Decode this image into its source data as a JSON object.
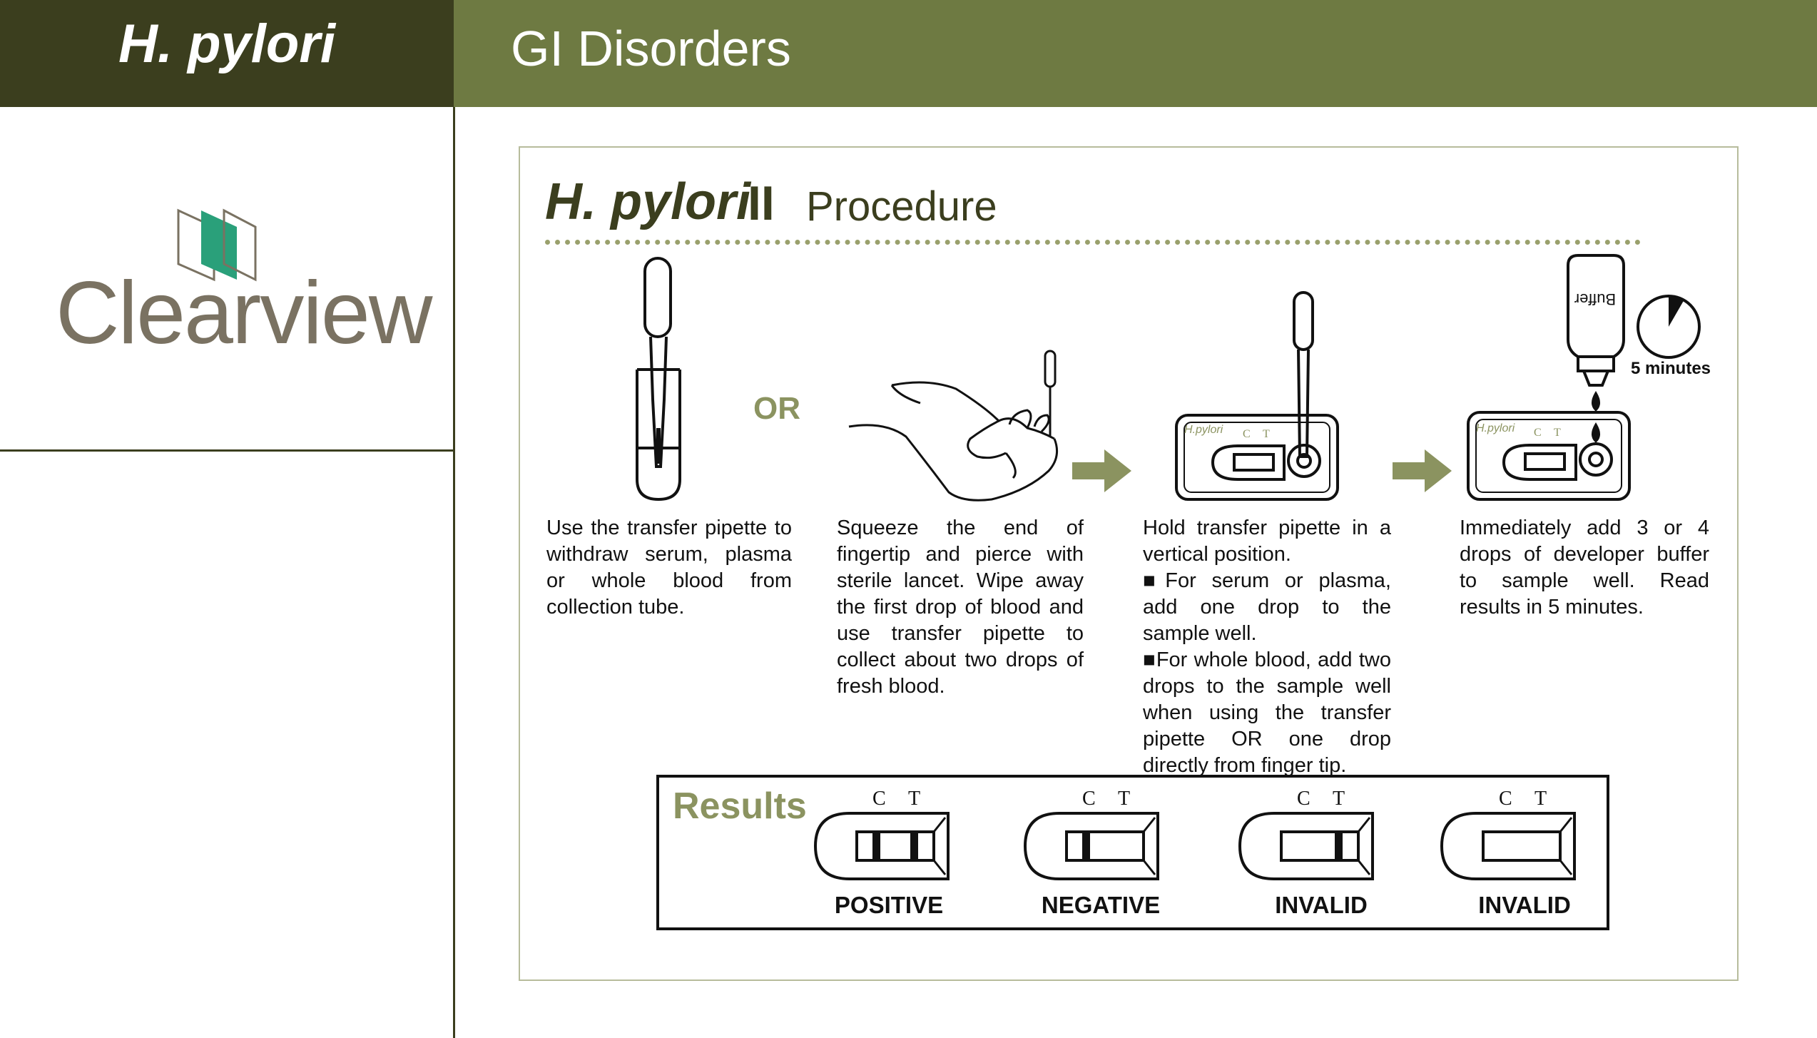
{
  "header": {
    "title": "H. pylori",
    "section": "GI Disorders"
  },
  "logo": {
    "text": "Clearview",
    "colors": {
      "primary": "#2aa07a",
      "outline": "#7a7262"
    }
  },
  "procedure": {
    "title_italic": "H. pylori",
    "title_roman": "II",
    "title_label": "Procedure",
    "or_label": "OR",
    "steps": [
      {
        "text": "Use the transfer pipette to withdraw serum, plasma or whole blood from collection tube."
      },
      {
        "text": "Squeeze the end of fingertip and pierce with sterile lancet. Wipe away the first drop of blood and use transfer pipette to collect about two drops of fresh blood."
      },
      {
        "intro": "Hold transfer pipette in a vertical position.",
        "bullet1": "For serum or plasma, add one drop to the sample well.",
        "bullet2": "For whole blood, add two drops to the sample well when using the transfer pipette OR one drop directly from finger tip."
      },
      {
        "text": "Immediately add 3 or 4 drops of developer buffer to sample well. Read results in 5 minutes."
      }
    ],
    "device_label": "H.pylori",
    "bottle_label": "Buffer",
    "timer_label": "5 minutes",
    "timer_fraction": 0.0833
  },
  "results": {
    "label": "Results",
    "line_c": "C",
    "line_t": "T",
    "items": [
      {
        "name": "POSITIVE",
        "control": true,
        "test": true
      },
      {
        "name": "NEGATIVE",
        "control": true,
        "test": false
      },
      {
        "name": "INVALID",
        "control": false,
        "test": true
      },
      {
        "name": "INVALID",
        "control": false,
        "test": false
      }
    ]
  },
  "colors": {
    "header_dark": "#3b3e1e",
    "header_olive": "#6e7a42",
    "accent": "#8b9360",
    "frame": "#b7bc9c"
  }
}
